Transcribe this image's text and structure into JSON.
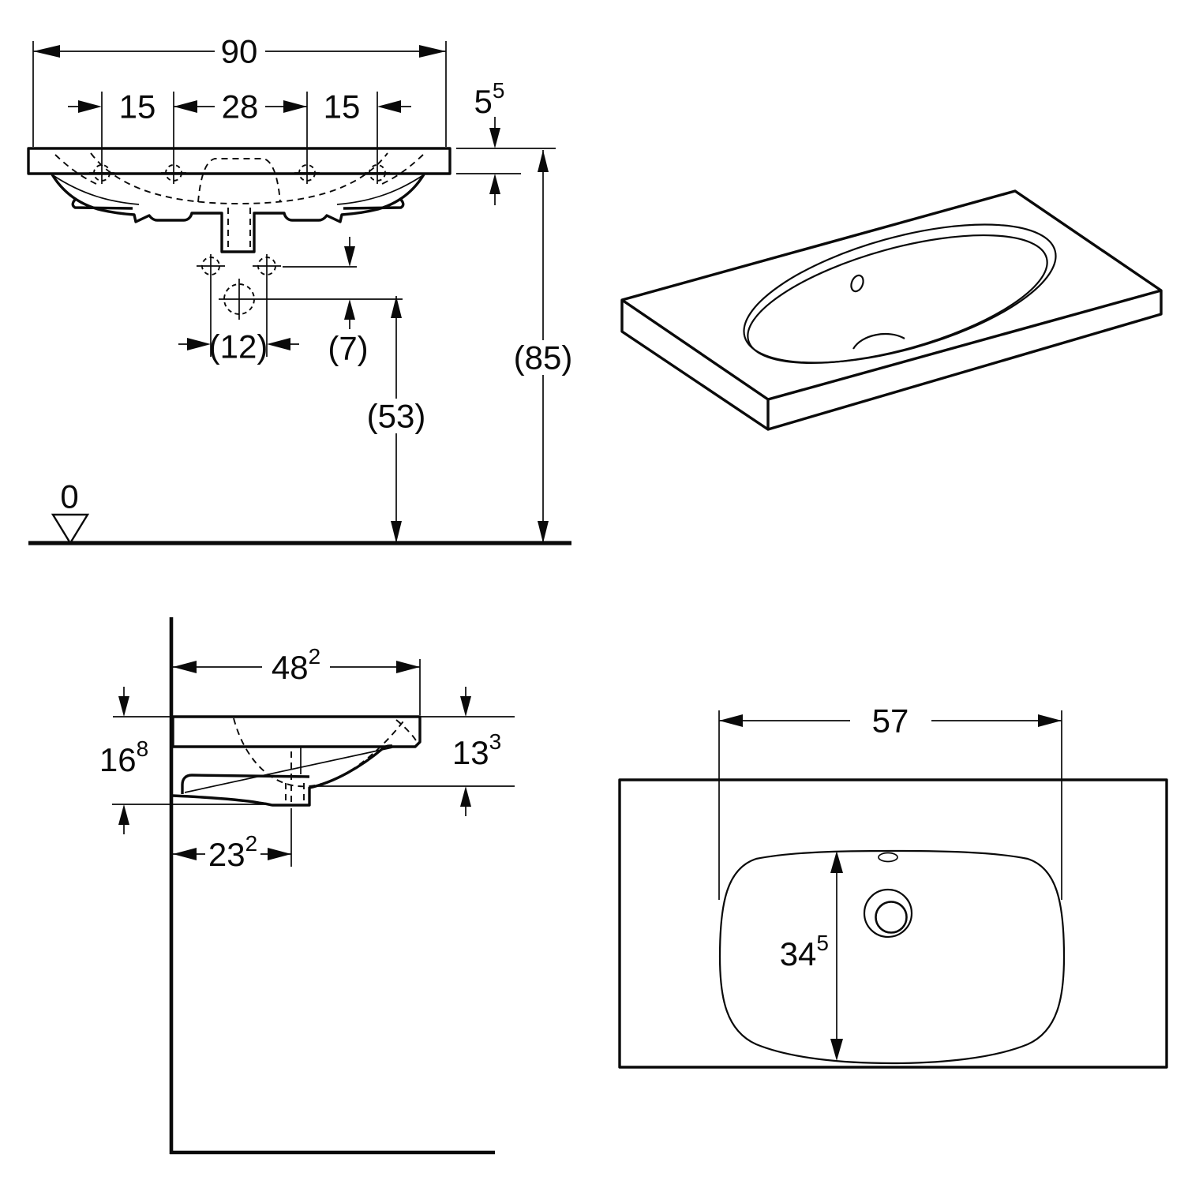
{
  "drawing": {
    "front_view": {
      "overall_width": "90",
      "tap_hole_spacing_left": "15",
      "tap_hole_spacing_center": "28",
      "tap_hole_spacing_right": "15",
      "slab_thickness": {
        "base": "5",
        "sup": "5"
      },
      "overall_height": "(85)",
      "drain_connection_height": "(53)",
      "supply_connection_spacing": "(12)",
      "supply_to_drain_offset": "(7)",
      "floor_datum": "0"
    },
    "side_view": {
      "overall_depth": {
        "base": "48",
        "sup": "2"
      },
      "total_body_height": {
        "base": "16",
        "sup": "8"
      },
      "front_edge_height": {
        "base": "13",
        "sup": "3"
      },
      "wall_to_drain": {
        "base": "23",
        "sup": "2"
      }
    },
    "plan_view": {
      "basin_width": "57",
      "basin_depth": {
        "base": "34",
        "sup": "5"
      }
    }
  }
}
